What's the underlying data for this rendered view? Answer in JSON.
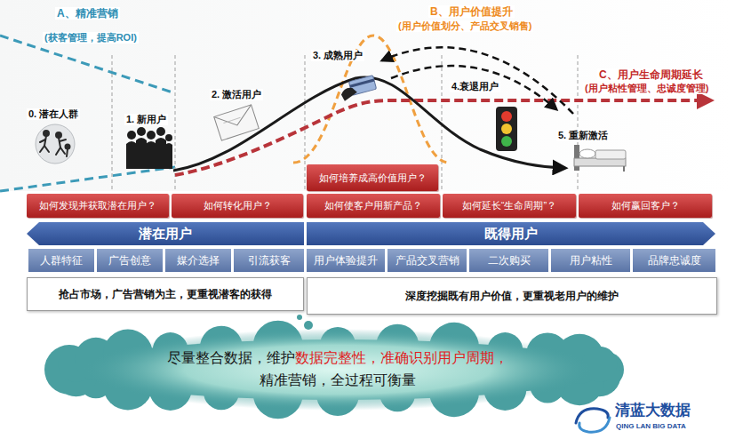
{
  "diagram": {
    "nodes": [
      {
        "text": [
          "如何培养成高价值用户？"
        ]
      },
      {
        "text": [
          "如何发现并获取潜在用户？"
        ]
      },
      {
        "text": [
          "如何转化用户？"
        ]
      },
      {
        "text": [
          "如何使客户用新产品？"
        ]
      },
      {
        "text": [
          "如何延长“生命周期”？"
        ]
      },
      {
        "text": [
          "如何赢回客户？"
        ]
      },
      {
        "text": [
          "潜在用户"
        ]
      },
      {
        "text": [
          "既得用户"
        ]
      },
      {
        "text": [
          "人群特征"
        ]
      },
      {
        "text": [
          "广告创意"
        ]
      },
      {
        "text": [
          "媒介选择"
        ]
      },
      {
        "text": [
          "引流获客"
        ]
      },
      {
        "text": [
          "用户体验提升"
        ]
      },
      {
        "text": [
          "产品交叉营销"
        ]
      },
      {
        "text": [
          "二次购买"
        ]
      },
      {
        "text": [
          "用户粘性"
        ]
      },
      {
        "text": [
          "品牌忠诚度"
        ]
      },
      {
        "text": [
          "抢占市场，广告营销为主，更重视潜客的获得"
        ]
      },
      {
        "text": [
          "深度挖掘既有用户价值，更重视老用户的维护"
        ]
      },
      {
        "text": [
          "尽量整合数据，维护",
          "数据完整性，准确识别用户周期，",
          "精准营销，全过程可衡量"
        ]
      }
    ],
    "labels": [
      "A、精准营销",
      "(获客管理，提高ROI)",
      "B、用户价值提升",
      "(用户价值划分、产品交叉销售)",
      "C、用户生命周期延长",
      "(用户粘性管理、忠诚度管理)",
      "0. 潜在人群",
      "1. 新用户",
      "2. 激活用户",
      "3. 成熟用户",
      "4.衰退用户",
      "5. 重新激活",
      "清蓝大数据",
      "QING LAN BIG DATA"
    ]
  }
}
